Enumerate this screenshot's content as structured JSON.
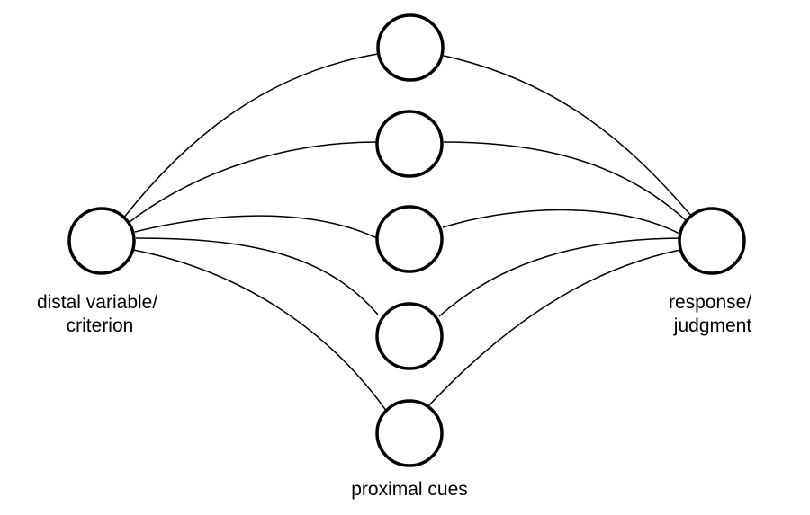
{
  "labels": {
    "distal": [
      "distal variable/",
      "criterion"
    ],
    "response": [
      "response/",
      "judgment"
    ],
    "cues": "proximal cues"
  },
  "colors": {
    "stroke": "#000000",
    "background": "#ffffff"
  }
}
